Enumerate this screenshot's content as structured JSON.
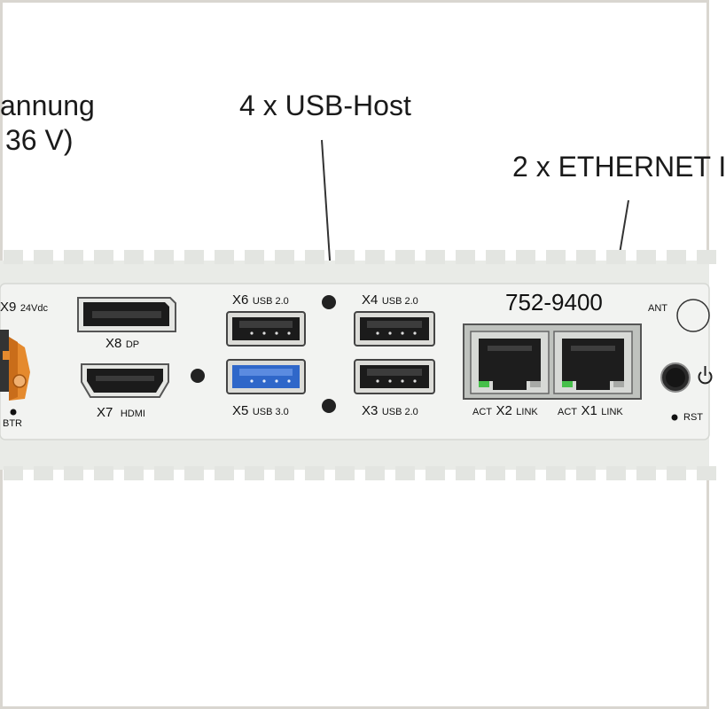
{
  "callouts": {
    "power_line1": "annung",
    "power_line2": "36 V)",
    "usb": "4 x USB-Host",
    "ethernet": "2 x ETHERNET I"
  },
  "device": {
    "model": "752-9400",
    "x9": {
      "name": "X9",
      "spec": "24Vdc"
    },
    "btr": "BTR",
    "x8": {
      "name": "X8",
      "spec": "DP"
    },
    "x7": {
      "name": "X7",
      "spec": "HDMI"
    },
    "x6": {
      "name": "X6",
      "spec": "USB 2.0"
    },
    "x5": {
      "name": "X5",
      "spec": "USB 3.0"
    },
    "x4": {
      "name": "X4",
      "spec": "USB 2.0"
    },
    "x3": {
      "name": "X3",
      "spec": "USB 2.0"
    },
    "x2": {
      "pre": "ACT",
      "name": "X2",
      "post": "LINK"
    },
    "x1": {
      "pre": "ACT",
      "name": "X1",
      "post": "LINK"
    },
    "ant": "ANT",
    "rst": "RST"
  },
  "colors": {
    "housing": "#e9ebe7",
    "fins": "#e3e5e1",
    "front_panel": "#f2f3f1",
    "connector_black": "#1b1b1b",
    "usb3_blue": "#2f67c9",
    "terminal_orange": "#e58a2e",
    "rj45_body": "#c9ccc8",
    "led_green": "#46c04a"
  }
}
